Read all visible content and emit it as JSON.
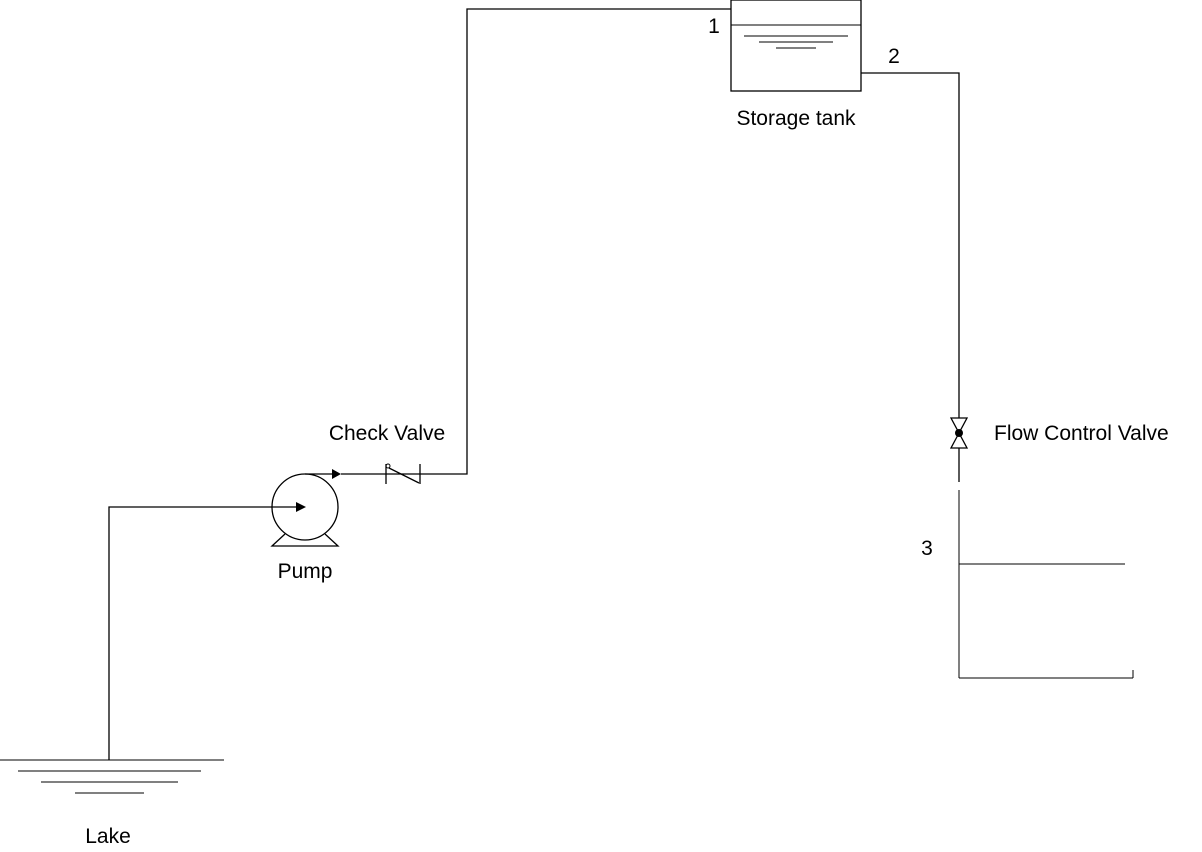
{
  "labels": {
    "lake": "Lake",
    "pump": "Pump",
    "check_valve": "Check Valve",
    "storage_tank": "Storage tank",
    "flow_control_valve": "Flow Control Valve"
  },
  "points": {
    "p1": "1",
    "p2": "2",
    "p3": "3"
  }
}
